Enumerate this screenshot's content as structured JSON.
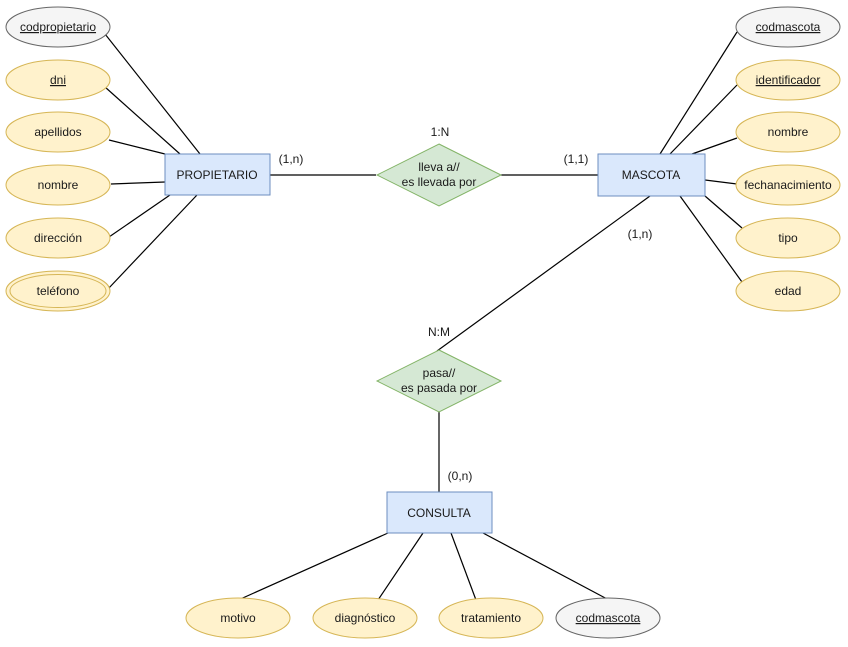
{
  "entities": {
    "propietario": "PROPIETARIO",
    "mascota": "MASCOTA",
    "consulta": "CONSULTA"
  },
  "relationships": {
    "lleva": {
      "line1": "lleva a//",
      "line2": "es llevada por"
    },
    "pasa": {
      "line1": "pasa//",
      "line2": "es pasada por"
    }
  },
  "attributes": {
    "propietario": [
      "codpropietario",
      "dni",
      "apellidos",
      "nombre",
      "dirección",
      "teléfono"
    ],
    "mascota": [
      "codmascota",
      "identificador",
      "nombre",
      "fechanacimiento",
      "tipo",
      "edad"
    ],
    "consulta": [
      "motivo",
      "diagnóstico",
      "tratamiento",
      "codmascota"
    ]
  },
  "cardinalities": {
    "lleva_ratio": "1:N",
    "propietario_side": "(1,n)",
    "mascota_side_lleva": "(1,1)",
    "mascota_side_pasa": "(1,n)",
    "pasa_ratio": "N:M",
    "consulta_side": "(0,n)"
  },
  "colors": {
    "entity_fill": "#dae8fc",
    "entity_stroke": "#6c8ebf",
    "relationship_fill": "#d5e8d4",
    "relationship_stroke": "#82b366",
    "attribute_fill": "#fff2cc",
    "attribute_stroke": "#d6b656",
    "key_attribute_fill": "#f5f5f5",
    "key_attribute_stroke": "#666666"
  }
}
